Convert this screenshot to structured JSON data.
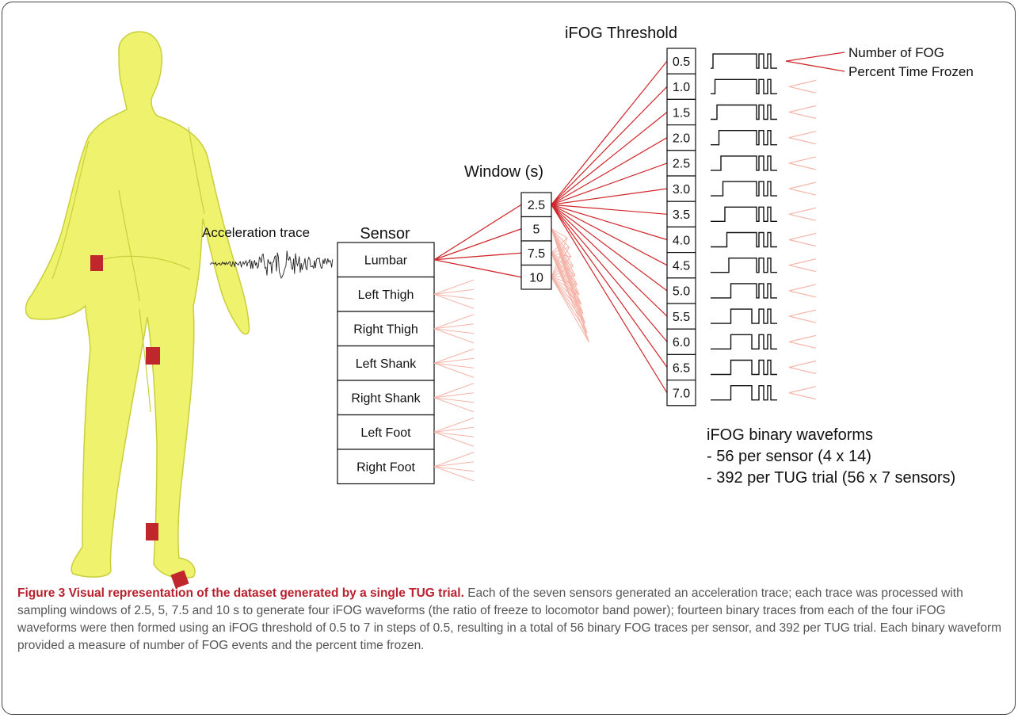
{
  "colors": {
    "body": "#eef26c",
    "body_shadow": "#c9cf3c",
    "sensor_patch": "#c0272d",
    "strong_line": "#d0282c",
    "faint_line": "#f5b4a8",
    "caption_title": "#b8202e",
    "caption_text": "#555555"
  },
  "labels": {
    "acceleration_trace": "Acceleration trace",
    "sensor_heading": "Sensor",
    "window_heading": "Window (s)",
    "threshold_heading": "iFOG Threshold",
    "output_number": "Number of FOG",
    "output_percent": "Percent Time Frozen",
    "waveforms_title": "iFOG binary waveforms",
    "waveforms_per_sensor": "- 56 per sensor (4 x 14)",
    "waveforms_per_trial": "- 392 per TUG trial (56 x 7 sensors)"
  },
  "sensors": [
    "Lumbar",
    "Left Thigh",
    "Right Thigh",
    "Left Shank",
    "Right Shank",
    "Left Foot",
    "Right Foot"
  ],
  "windows": [
    "2.5",
    "5",
    "7.5",
    "10"
  ],
  "thresholds": [
    "0.5",
    "1.0",
    "1.5",
    "2.0",
    "2.5",
    "3.0",
    "3.5",
    "4.0",
    "4.5",
    "5.0",
    "5.5",
    "6.0",
    "6.5",
    "7.0"
  ],
  "caption": {
    "title": "Figure 3 Visual representation of the dataset generated by a single TUG trial.",
    "body": "Each of the seven sensors generated an acceleration trace; each trace was processed with sampling windows of 2.5, 5, 7.5 and 10 s to generate four iFOG waveforms (the ratio of freeze to locomotor band power); fourteen binary traces from each of the four iFOG waveforms were then formed using an iFOG threshold of 0.5 to 7 in steps of 0.5, resulting in a total of 56 binary FOG traces per sensor, and 392 per TUG trial. Each binary waveform provided a measure of number of FOG events and the percent time frozen."
  }
}
